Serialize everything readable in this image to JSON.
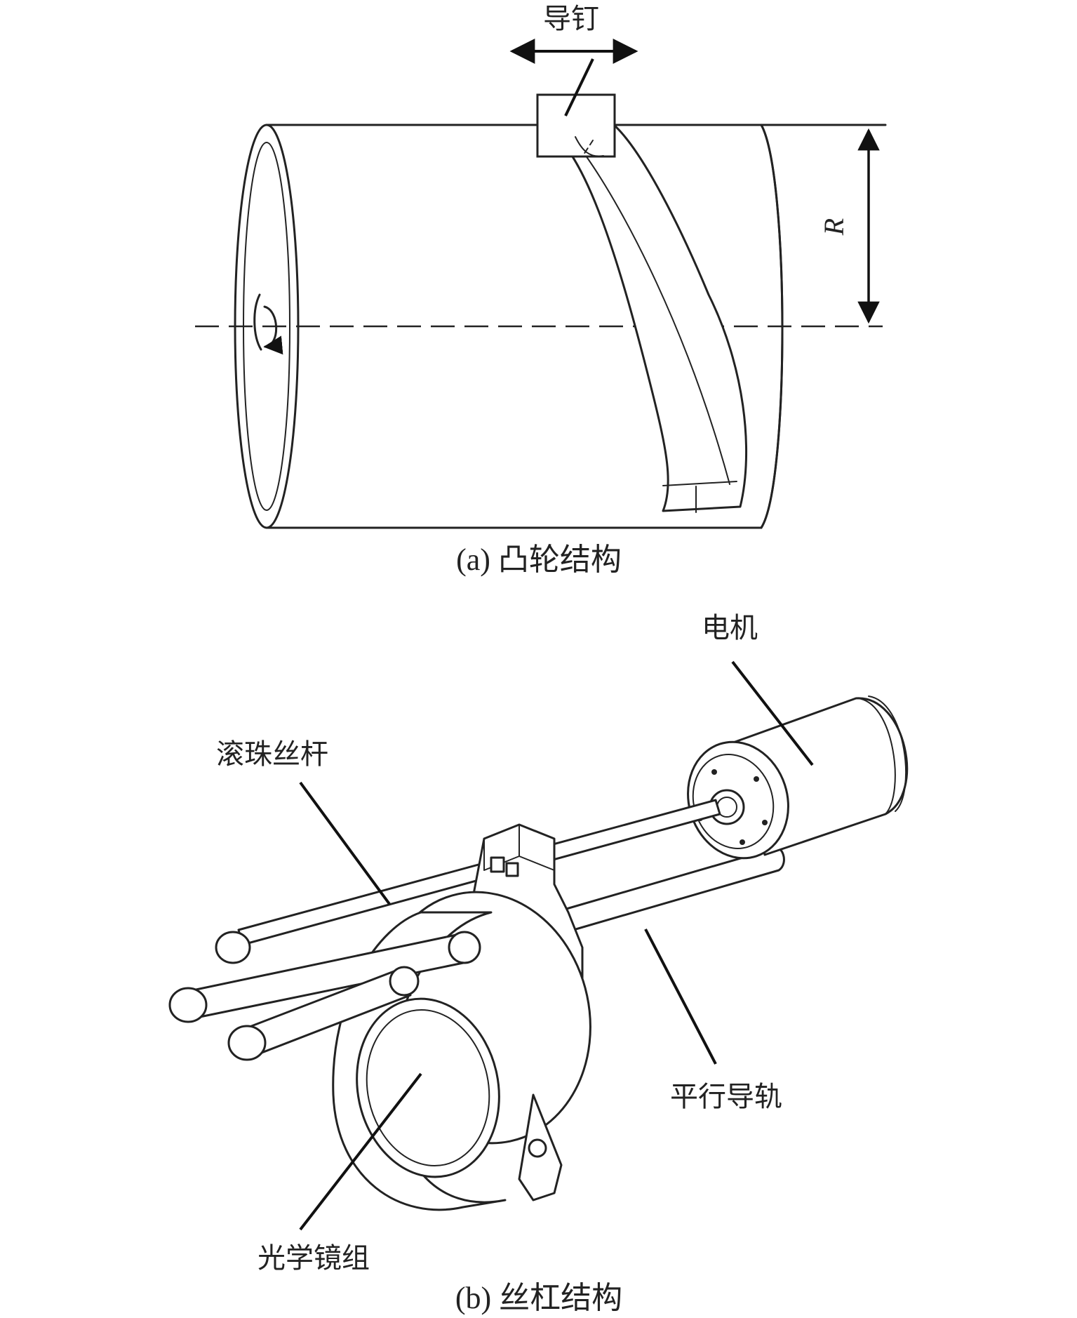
{
  "figure_a": {
    "label_guide_pin": "导钉",
    "label_radius": "R",
    "caption": "(a) 凸轮结构"
  },
  "figure_b": {
    "label_motor": "电机",
    "label_ball_screw": "滚珠丝杆",
    "label_parallel_rail": "平行导轨",
    "label_lens_group": "光学镜组",
    "caption": "(b) 丝杠结构"
  },
  "colors": {
    "line": "#222222",
    "background": "#ffffff"
  }
}
